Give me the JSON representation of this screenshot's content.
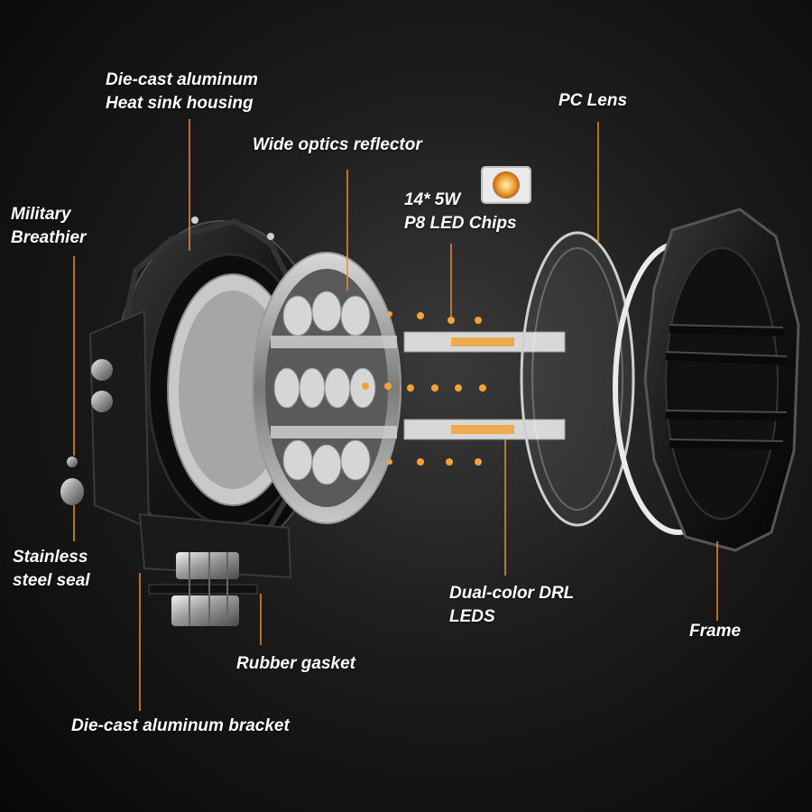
{
  "colors": {
    "leader": "#e8902a",
    "text": "#ffffff",
    "background": "#121212",
    "led": "#f2a23a"
  },
  "labels": {
    "housing": {
      "line1": "Die-cast aluminum",
      "line2": "Heat sink housing"
    },
    "reflector": {
      "line1": "Wide optics reflector"
    },
    "chips": {
      "line1": "14* 5W",
      "line2": "P8 LED Chips"
    },
    "lens": {
      "line1": "PC Lens"
    },
    "breather": {
      "line1": "Military",
      "line2": "Breathier"
    },
    "seal": {
      "line1": "Stainless",
      "line2": "steel seal"
    },
    "drl": {
      "line1": "Dual-color DRL",
      "line2": "LEDS"
    },
    "frame": {
      "line1": "Frame"
    },
    "gasket": {
      "line1": "Rubber gasket"
    },
    "bracket": {
      "line1": "Die-cast aluminum bracket"
    }
  }
}
